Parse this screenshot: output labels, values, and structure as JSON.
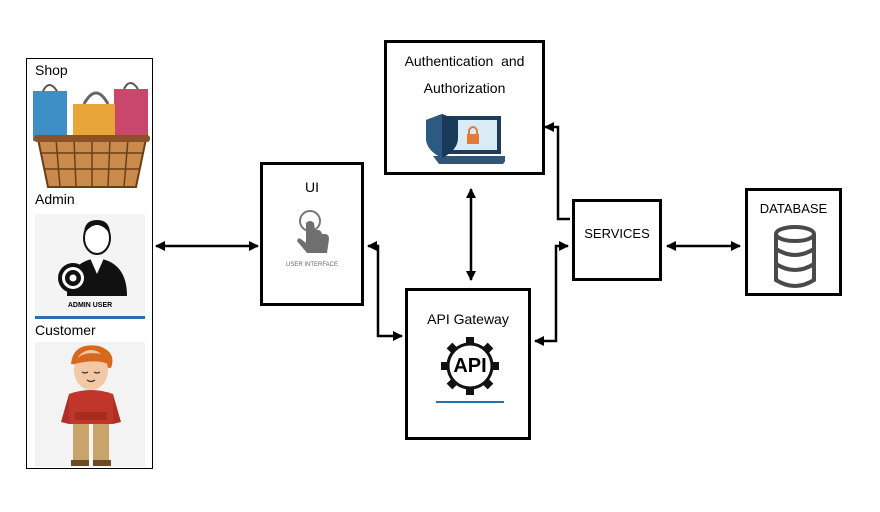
{
  "actors": {
    "shop_label": "Shop",
    "admin_label": "Admin",
    "admin_caption": "ADMIN USER",
    "customer_label": "Customer"
  },
  "ui": {
    "title": "UI",
    "caption": "USER INTERFACE"
  },
  "auth": {
    "line1": "Authentication  and",
    "line2": "Authorization"
  },
  "gateway": {
    "title": "API Gateway",
    "icon_text": "API"
  },
  "services": {
    "title": "SERVICES"
  },
  "database": {
    "title": "DATABASE"
  },
  "icons": [
    "shopping-basket-icon",
    "admin-user-icon",
    "customer-person-icon",
    "touch-hand-icon",
    "security-laptop-icon",
    "api-gear-icon",
    "database-icon"
  ]
}
